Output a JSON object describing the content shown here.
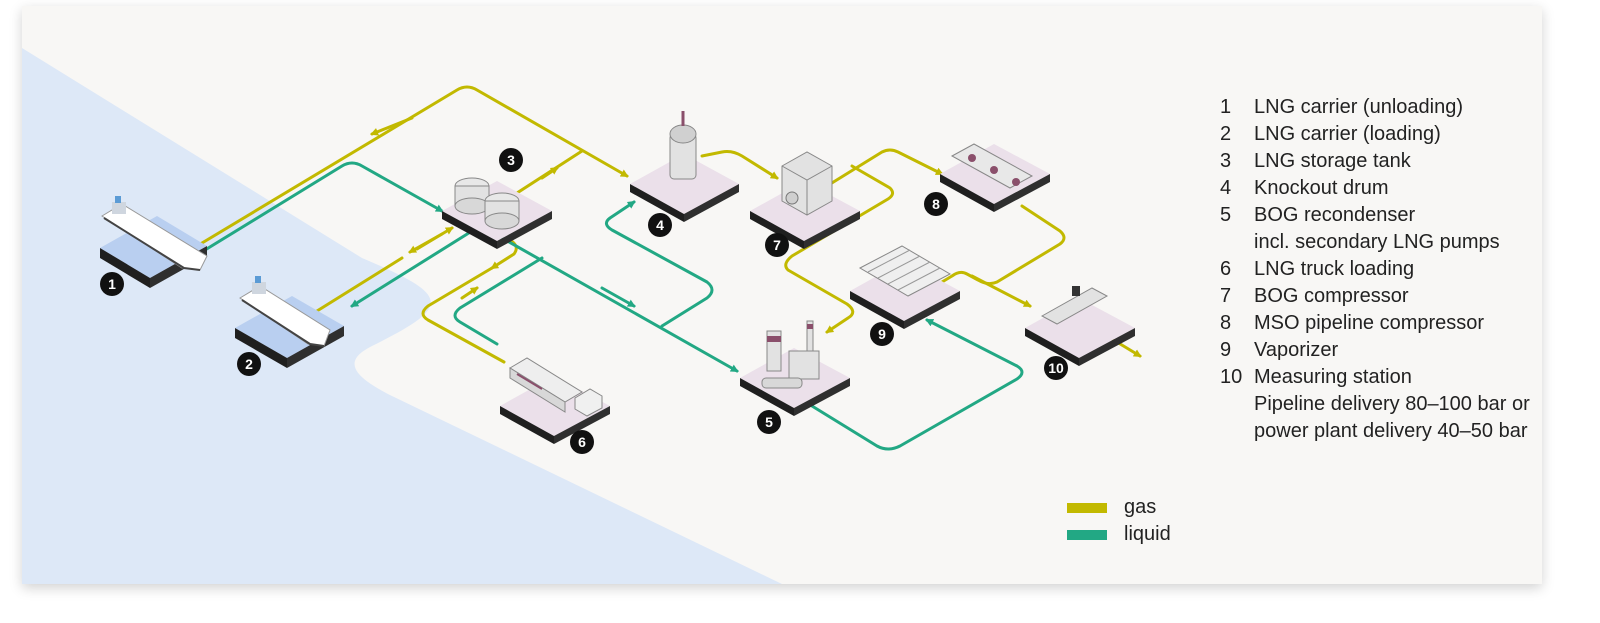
{
  "colors": {
    "gas": "#c2b900",
    "liquid": "#22a884",
    "sea": "#dde8f7",
    "platform": "#ebe0ea",
    "background": "#f8f7f5"
  },
  "legend": [
    {
      "num": "1",
      "lines": [
        "LNG carrier (unloading)"
      ]
    },
    {
      "num": "2",
      "lines": [
        "LNG carrier (loading)"
      ]
    },
    {
      "num": "3",
      "lines": [
        "LNG storage tank"
      ]
    },
    {
      "num": "4",
      "lines": [
        "Knockout drum"
      ]
    },
    {
      "num": "5",
      "lines": [
        "BOG recondenser",
        "incl. secondary LNG pumps"
      ]
    },
    {
      "num": "6",
      "lines": [
        "LNG truck loading"
      ]
    },
    {
      "num": "7",
      "lines": [
        "BOG compressor"
      ]
    },
    {
      "num": "8",
      "lines": [
        "MSO pipeline compressor"
      ]
    },
    {
      "num": "9",
      "lines": [
        "Vaporizer"
      ]
    },
    {
      "num": "10",
      "lines": [
        "Measuring station",
        "Pipeline delivery 80–100 bar or",
        "power plant delivery 40–50 bar"
      ]
    }
  ],
  "key": {
    "gas": "gas",
    "liquid": "liquid"
  },
  "badges": [
    "1",
    "2",
    "3",
    "4",
    "5",
    "6",
    "7",
    "8",
    "9",
    "10"
  ]
}
